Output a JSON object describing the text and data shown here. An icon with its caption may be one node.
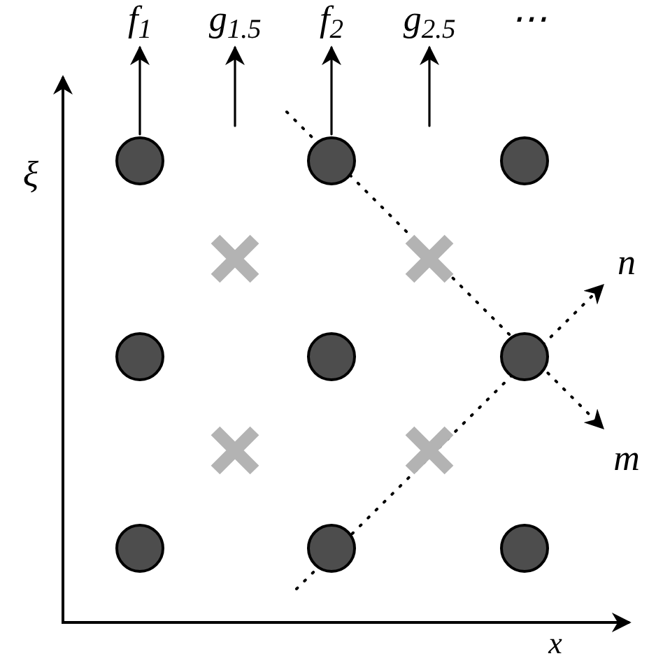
{
  "diagram": {
    "nodes": [
      {
        "text": [
          "f$_{1}$"
        ]
      },
      {
        "text": [
          "g$_{1.5}$"
        ]
      },
      {
        "text": [
          "f$_{2}$"
        ]
      },
      {
        "text": [
          "g$_{2.5}$"
        ]
      },
      {
        "text": [
          "n"
        ]
      },
      {
        "text": [
          "m"
        ]
      },
      {
        "text": [],
        "shape": "circle"
      },
      {
        "text": [],
        "shape": "circle"
      },
      {
        "text": [],
        "shape": "circle"
      },
      {
        "text": [],
        "shape": "cross"
      },
      {
        "text": [],
        "shape": "cross"
      },
      {
        "text": [],
        "shape": "circle"
      },
      {
        "text": [],
        "shape": "circle"
      },
      {
        "text": [],
        "shape": "circle"
      },
      {
        "text": [],
        "shape": "cross"
      },
      {
        "text": [],
        "shape": "cross"
      },
      {
        "text": [],
        "shape": "circle"
      },
      {
        "text": [],
        "shape": "circle"
      },
      {
        "text": [],
        "shape": "circle"
      }
    ],
    "edges": [
      {
        "from": 6,
        "to": 0,
        "arrow": "to"
      },
      {
        "from": null,
        "to": 1,
        "arrow": "to"
      },
      {
        "from": 7,
        "to": 2,
        "arrow": "to"
      },
      {
        "from": null,
        "to": 3,
        "arrow": "to"
      },
      {
        "from": null,
        "to": 5,
        "arrow": "to",
        "style": "dashed"
      },
      {
        "from": null,
        "to": 4,
        "arrow": "to",
        "style": "dashed"
      }
    ],
    "labels": [
      "⋯",
      "ξ",
      "x"
    ]
  }
}
